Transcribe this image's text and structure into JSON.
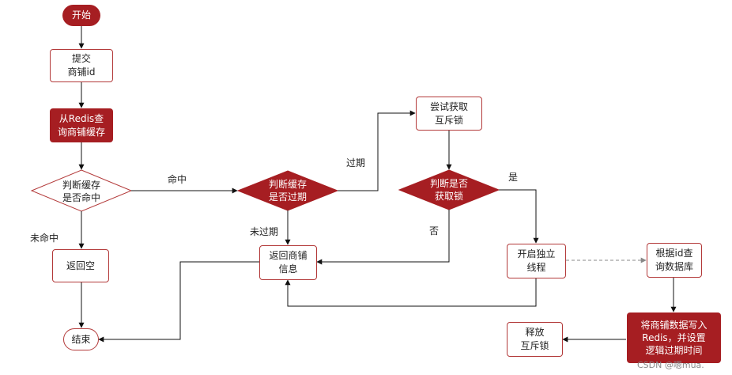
{
  "nodes": {
    "start": "开始",
    "submit_id": "提交\n商铺id",
    "query_cache": "从Redis查\n询商铺缓存",
    "check_hit": "判断缓存\n是否命中",
    "return_empty": "返回空",
    "end": "结束",
    "check_expired": "判断缓存\n是否过期",
    "return_info": "返回商铺\n信息",
    "try_lock": "尝试获取\n互斥锁",
    "check_lock": "判断是否\n获取锁",
    "open_thread": "开启独立\n线程",
    "query_db": "根据id查\n询数据库",
    "write_redis": "将商铺数据写入\nRedis，并设置\n逻辑过期时间",
    "release_lock": "释放\n互斥锁"
  },
  "edge_labels": {
    "hit": "命中",
    "miss": "未命中",
    "expired": "过期",
    "not_expired": "未过期",
    "yes": "是",
    "no": "否"
  },
  "watermark": "CSDN @嗯mua.",
  "colors": {
    "accent": "#a61e22",
    "outline": "#b33a3a",
    "line": "#111111",
    "dashed": "#888888"
  }
}
